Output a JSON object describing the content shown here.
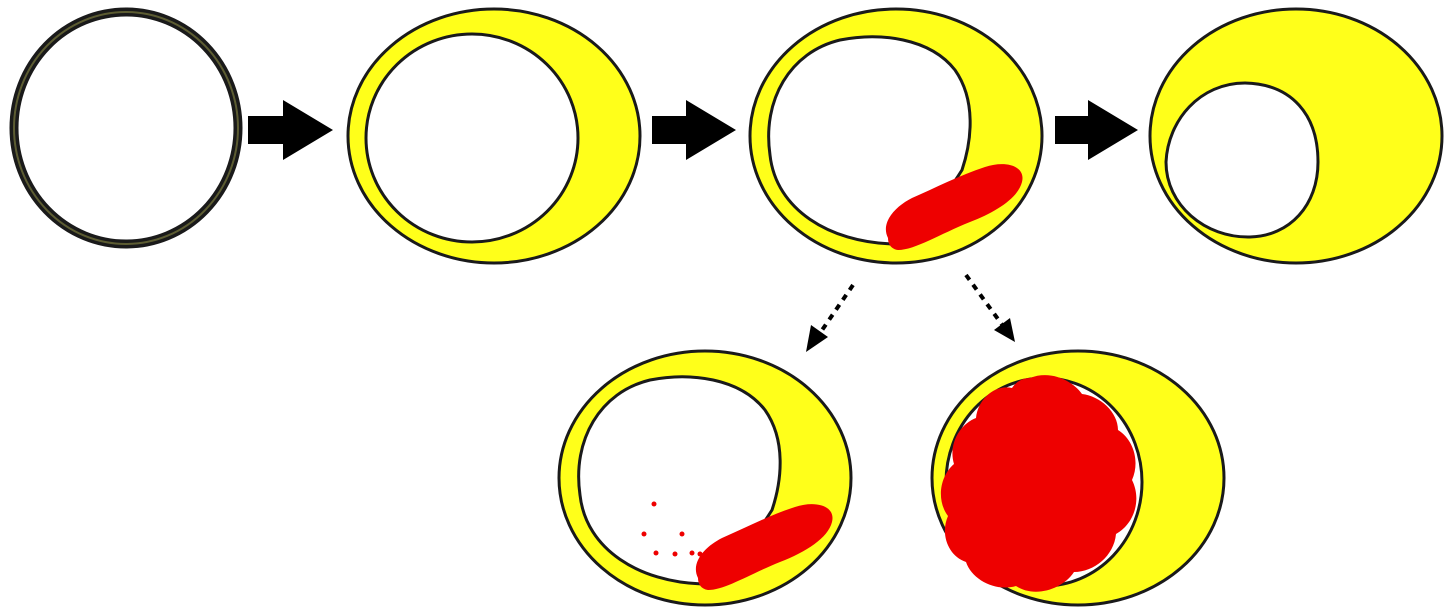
{
  "diagram": {
    "stages": [
      {
        "id": "normal-vessel",
        "wall": "thin"
      },
      {
        "id": "thickened-wall",
        "wall": "thick"
      },
      {
        "id": "plaque",
        "wall": "thick",
        "plaque": true
      },
      {
        "id": "narrowed-lumen",
        "wall": "very-thick"
      }
    ],
    "branches": [
      {
        "id": "plaque-with-emboli",
        "plaque": true,
        "emboli": true
      },
      {
        "id": "occluded-by-thrombus",
        "thrombus": true
      }
    ],
    "colors": {
      "wall": "#ffff1a",
      "outline": "#1a1a1a",
      "lumen": "#ffffff",
      "plaque": "#ee0000",
      "arrow": "#000000"
    }
  }
}
